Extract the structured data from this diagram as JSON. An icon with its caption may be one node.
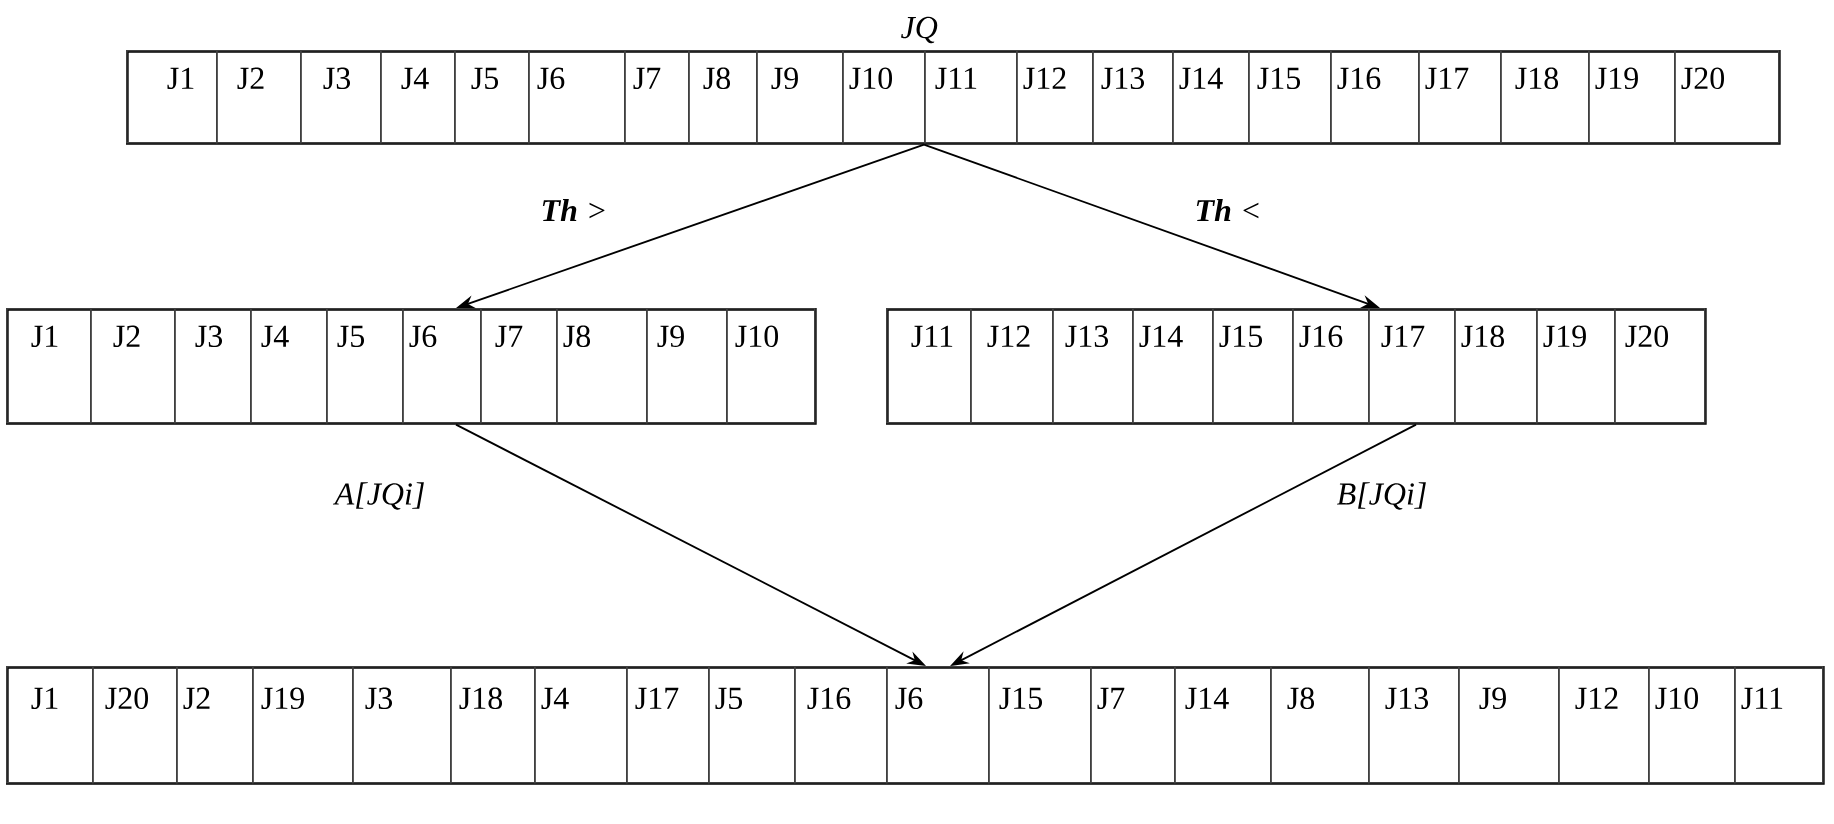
{
  "diagram": {
    "nodes": [
      {
        "text": [
          "JQ"
        ]
      },
      {
        "text": [
          "J1"
        ],
        "in": 0
      },
      {
        "text": [
          "J2"
        ],
        "in": 0
      },
      {
        "text": [
          "J3"
        ],
        "in": 0
      },
      {
        "text": [
          "J4"
        ],
        "in": 0
      },
      {
        "text": [
          "J5"
        ],
        "in": 0
      },
      {
        "text": [
          "J6"
        ],
        "in": 0
      },
      {
        "text": [
          "J7"
        ],
        "in": 0
      },
      {
        "text": [
          "J8"
        ],
        "in": 0
      },
      {
        "text": [
          "J9"
        ],
        "in": 0
      },
      {
        "text": [
          "J10"
        ],
        "in": 0
      },
      {
        "text": [
          "J11"
        ],
        "in": 0
      },
      {
        "text": [
          "J12"
        ],
        "in": 0
      },
      {
        "text": [
          "J13"
        ],
        "in": 0
      },
      {
        "text": [
          "J14"
        ],
        "in": 0
      },
      {
        "text": [
          "J15"
        ],
        "in": 0
      },
      {
        "text": [
          "J16"
        ],
        "in": 0
      },
      {
        "text": [
          "J17"
        ],
        "in": 0
      },
      {
        "text": [
          "J18"
        ],
        "in": 0
      },
      {
        "text": [
          "J19"
        ],
        "in": 0
      },
      {
        "text": [
          "J20"
        ],
        "in": 0
      },
      {
        "text": [],
        "shape": "box"
      },
      {
        "text": [
          "J1"
        ],
        "in": 21
      },
      {
        "text": [
          "J2"
        ],
        "in": 21
      },
      {
        "text": [
          "J3"
        ],
        "in": 21
      },
      {
        "text": [
          "J4"
        ],
        "in": 21
      },
      {
        "text": [
          "J5"
        ],
        "in": 21
      },
      {
        "text": [
          "J6"
        ],
        "in": 21
      },
      {
        "text": [
          "J7"
        ],
        "in": 21
      },
      {
        "text": [
          "J8"
        ],
        "in": 21
      },
      {
        "text": [
          "J9"
        ],
        "in": 21
      },
      {
        "text": [
          "J10"
        ],
        "in": 21
      },
      {
        "text": [],
        "shape": "box"
      },
      {
        "text": [
          "J11"
        ],
        "in": 32
      },
      {
        "text": [
          "J12"
        ],
        "in": 32
      },
      {
        "text": [
          "J13"
        ],
        "in": 32
      },
      {
        "text": [
          "J14"
        ],
        "in": 32
      },
      {
        "text": [
          "J15"
        ],
        "in": 32
      },
      {
        "text": [
          "J16"
        ],
        "in": 32
      },
      {
        "text": [
          "J17"
        ],
        "in": 32
      },
      {
        "text": [
          "J18"
        ],
        "in": 32
      },
      {
        "text": [
          "J19"
        ],
        "in": 32
      },
      {
        "text": [
          "J20"
        ],
        "in": 32
      },
      {
        "text": [],
        "shape": "box"
      },
      {
        "text": [
          "J1"
        ],
        "in": 43
      },
      {
        "text": [
          "J20"
        ],
        "in": 43
      },
      {
        "text": [
          "J2"
        ],
        "in": 43
      },
      {
        "text": [
          "J19"
        ],
        "in": 43
      },
      {
        "text": [
          "J3"
        ],
        "in": 43
      },
      {
        "text": [
          "J18"
        ],
        "in": 43
      },
      {
        "text": [
          "J4"
        ],
        "in": 43
      },
      {
        "text": [
          "J17"
        ],
        "in": 43
      },
      {
        "text": [
          "J5"
        ],
        "in": 43
      },
      {
        "text": [
          "J16"
        ],
        "in": 43
      },
      {
        "text": [
          "J6"
        ],
        "in": 43
      },
      {
        "text": [
          "J15"
        ],
        "in": 43
      },
      {
        "text": [
          "J7"
        ],
        "in": 43
      },
      {
        "text": [
          "J14"
        ],
        "in": 43
      },
      {
        "text": [
          "J8"
        ],
        "in": 43
      },
      {
        "text": [
          "J13"
        ],
        "in": 43
      },
      {
        "text": [
          "J9"
        ],
        "in": 43
      },
      {
        "text": [
          "J12"
        ],
        "in": 43
      },
      {
        "text": [
          "J10"
        ],
        "in": 43
      },
      {
        "text": [
          "J11"
        ],
        "in": 43
      }
    ],
    "edges": [
      {
        "from": 0,
        "to": 21,
        "arrow": "to",
        "label": "**Th** >"
      },
      {
        "from": 0,
        "to": 32,
        "arrow": "to",
        "label": "**Th** <"
      },
      {
        "from": 21,
        "to": 43,
        "arrow": "to",
        "label": "A[JQi]"
      },
      {
        "from": 32,
        "to": 43,
        "arrow": "to",
        "label": "B[JQi]"
      }
    ]
  }
}
